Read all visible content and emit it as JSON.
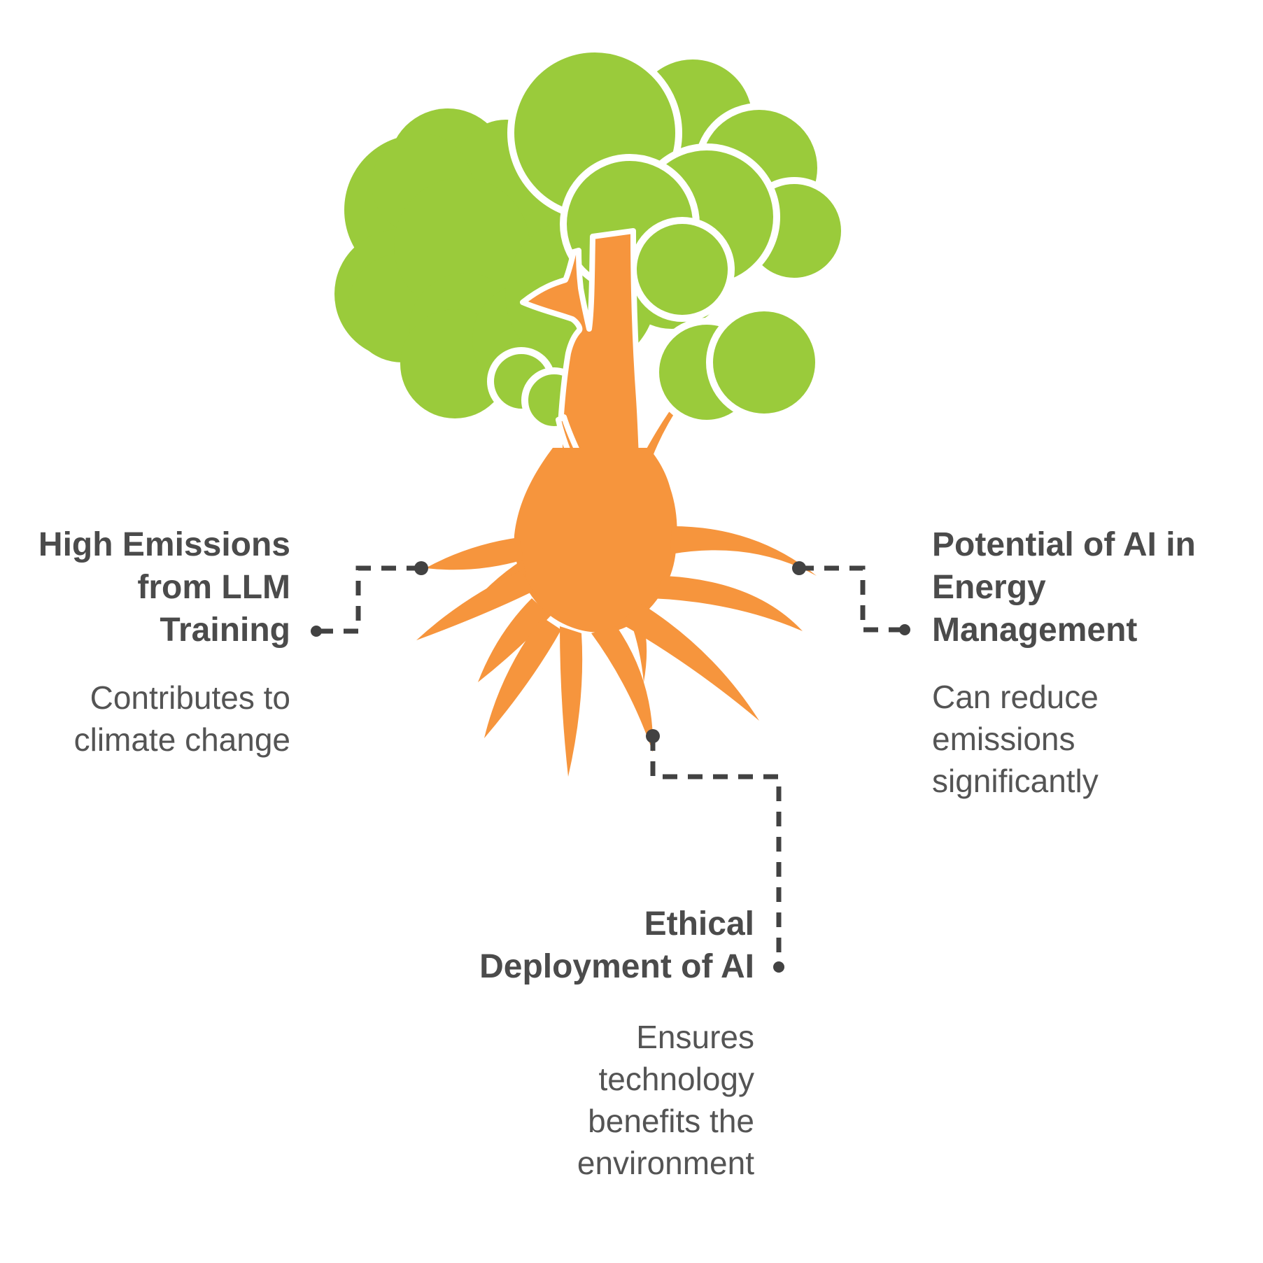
{
  "figure": {
    "kind": "infographic-diagram",
    "illustration": "tree-with-roots",
    "background": "#ffffff"
  },
  "colors": {
    "canopy_green": "#9ACB3B",
    "trunk_orange": "#F6953D",
    "outline_white": "#ffffff",
    "title_text": "#4B4B4B",
    "description_text": "#545454",
    "connector": "#424242"
  },
  "labels": {
    "left": {
      "title": "High Emissions from LLM Training",
      "title_lines": [
        "High Emissions",
        "from LLM",
        "Training"
      ],
      "description": "Contributes to climate change",
      "description_lines": [
        "Contributes to",
        "climate change"
      ]
    },
    "right": {
      "title": "Potential of AI in Energy Management",
      "title_lines": [
        "Potential of AI in",
        "Energy",
        "Management"
      ],
      "description": "Can reduce emissions significantly",
      "description_lines": [
        "Can reduce",
        "emissions",
        "significantly"
      ]
    },
    "bottom": {
      "title": "Ethical Deployment of AI",
      "title_lines": [
        "Ethical",
        "Deployment of AI"
      ],
      "description": "Ensures technology benefits the environment",
      "description_lines": [
        "Ensures",
        "technology",
        "benefits the",
        "environment"
      ]
    }
  }
}
